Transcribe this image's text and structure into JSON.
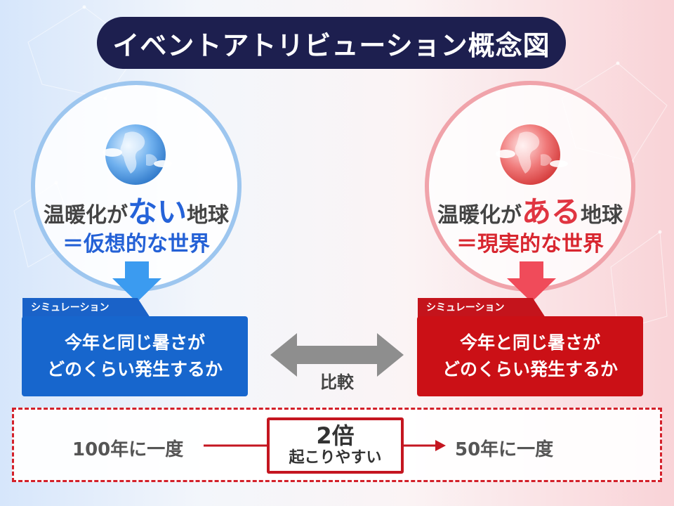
{
  "title": "イベントアトリビューション概念図",
  "left": {
    "heading_pre": "温暖化が",
    "heading_em": "ない",
    "heading_post": "地球",
    "subheading": "＝仮想的な世界",
    "tag": "シミュレーション",
    "sim_line1": "今年と同じ暑さが",
    "sim_line2": "どのくらい発生するか",
    "frequency": "100年に一度"
  },
  "right": {
    "heading_pre": "温暖化が",
    "heading_em": "ある",
    "heading_post": "地球",
    "subheading": "＝現実的な世界",
    "tag": "シミュレーション",
    "sim_line1": "今年と同じ暑さが",
    "sim_line2": "どのくらい発生するか",
    "frequency": "50年に一度"
  },
  "compare_label": "比較",
  "result": {
    "big": "2倍",
    "small": "起こりやすい"
  },
  "colors": {
    "title_bg": "#1d1f4f",
    "blue": "#1766cd",
    "red": "#cb1016",
    "arrow_blue": "#3b9bf0",
    "arrow_red": "#f04b5a"
  },
  "icons": {
    "left_globe": "globe-icon",
    "right_globe": "globe-icon"
  }
}
